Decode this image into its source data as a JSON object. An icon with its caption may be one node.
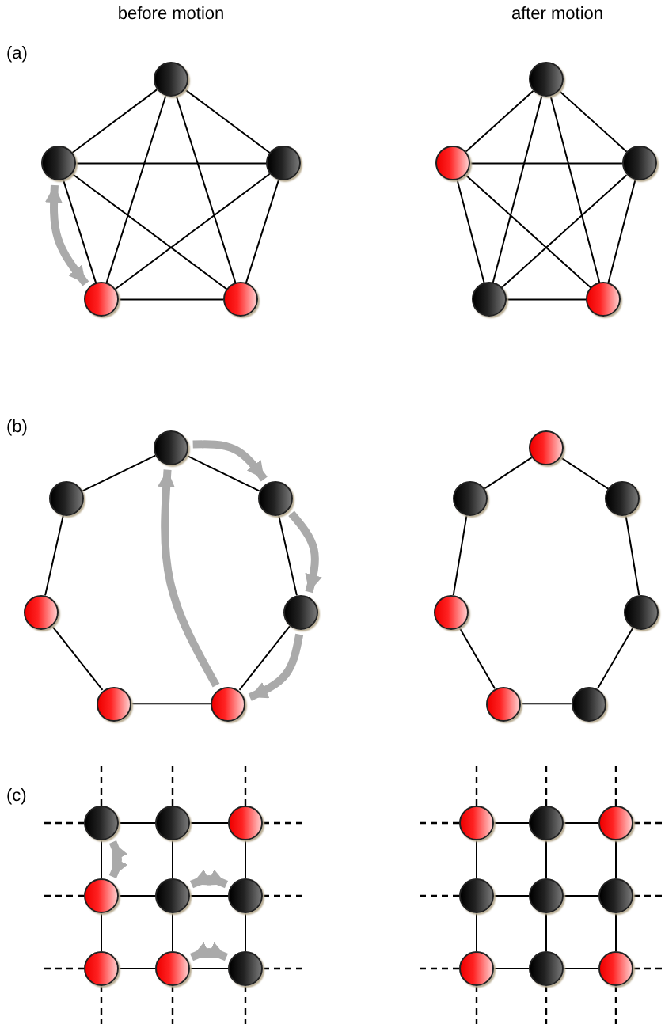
{
  "diagram": {
    "nodes": [
      {
        "text": [],
        "shape": "circle"
      },
      {
        "text": [],
        "shape": "circle"
      },
      {
        "text": [],
        "shape": "circle"
      },
      {
        "text": [],
        "shape": "circle"
      },
      {
        "text": [],
        "shape": "circle"
      },
      {
        "text": [],
        "shape": "circle"
      },
      {
        "text": [],
        "shape": "circle"
      },
      {
        "text": [],
        "shape": "circle"
      },
      {
        "text": [],
        "shape": "circle"
      },
      {
        "text": [],
        "shape": "circle"
      },
      {
        "text": [],
        "shape": "circle"
      },
      {
        "text": [],
        "shape": "circle"
      },
      {
        "text": [],
        "shape": "circle"
      },
      {
        "text": [],
        "shape": "circle"
      },
      {
        "text": [],
        "shape": "circle"
      },
      {
        "text": [],
        "shape": "circle"
      },
      {
        "text": [],
        "shape": "circle"
      },
      {
        "text": [],
        "shape": "circle"
      },
      {
        "text": [],
        "shape": "circle"
      },
      {
        "text": [],
        "shape": "circle"
      },
      {
        "text": [],
        "shape": "circle"
      },
      {
        "text": [],
        "shape": "circle"
      },
      {
        "text": [],
        "shape": "circle"
      },
      {
        "text": [],
        "shape": "circle"
      },
      {
        "text": [],
        "shape": "circle"
      },
      {
        "text": [],
        "shape": "circle"
      },
      {
        "text": [],
        "shape": "circle"
      },
      {
        "text": [],
        "shape": "circle"
      },
      {
        "text": [],
        "shape": "circle"
      },
      {
        "text": [],
        "shape": "circle"
      },
      {
        "text": [],
        "shape": "circle"
      },
      {
        "text": [],
        "shape": "circle"
      },
      {
        "text": [],
        "shape": "circle"
      },
      {
        "text": [],
        "shape": "circle"
      },
      {
        "text": [],
        "shape": "circle"
      },
      {
        "text": [],
        "shape": "circle"
      },
      {
        "text": [],
        "shape": "circle"
      },
      {
        "text": [],
        "shape": "circle"
      },
      {
        "text": [],
        "shape": "circle"
      },
      {
        "text": [],
        "shape": "circle"
      },
      {
        "text": [],
        "shape": "circle"
      },
      {
        "text": [],
        "shape": "circle"
      }
    ],
    "edges": [
      {
        "from": 0,
        "to": 1,
        "arrow": "none"
      },
      {
        "from": 0,
        "to": 2,
        "arrow": "none"
      },
      {
        "from": 0,
        "to": 3,
        "arrow": "none"
      },
      {
        "from": 0,
        "to": 4,
        "arrow": "none"
      },
      {
        "from": 1,
        "to": 2,
        "arrow": "none"
      },
      {
        "from": 1,
        "to": 3,
        "arrow": "none"
      },
      {
        "from": 1,
        "to": 4,
        "arrow": "none"
      },
      {
        "from": 2,
        "to": 3,
        "arrow": "none"
      },
      {
        "from": 2,
        "to": 4,
        "arrow": "none"
      },
      {
        "from": 3,
        "to": 4,
        "arrow": "none"
      },
      {
        "from": 5,
        "to": 6,
        "arrow": "none"
      },
      {
        "from": 5,
        "to": 7,
        "arrow": "none"
      },
      {
        "from": 5,
        "to": 8,
        "arrow": "none"
      },
      {
        "from": 5,
        "to": 9,
        "arrow": "none"
      },
      {
        "from": 6,
        "to": 7,
        "arrow": "none"
      },
      {
        "from": 6,
        "to": 8,
        "arrow": "none"
      },
      {
        "from": 6,
        "to": 9,
        "arrow": "none"
      },
      {
        "from": 7,
        "to": 8,
        "arrow": "none"
      },
      {
        "from": 7,
        "to": 9,
        "arrow": "none"
      },
      {
        "from": 8,
        "to": 9,
        "arrow": "none"
      },
      {
        "from": 1,
        "to": 3,
        "arrow": "both",
        "style": "thick",
        "color": "#aaaaaa"
      },
      {
        "from": 10,
        "to": 11,
        "arrow": "none"
      },
      {
        "from": 11,
        "to": 12,
        "arrow": "none"
      },
      {
        "from": 12,
        "to": 13,
        "arrow": "none"
      },
      {
        "from": 13,
        "to": 14,
        "arrow": "none"
      },
      {
        "from": 14,
        "to": 15,
        "arrow": "none"
      },
      {
        "from": 15,
        "to": 16,
        "arrow": "none"
      },
      {
        "from": 16,
        "to": 10,
        "arrow": "none"
      },
      {
        "from": 17,
        "to": 18,
        "arrow": "none"
      },
      {
        "from": 18,
        "to": 19,
        "arrow": "none"
      },
      {
        "from": 19,
        "to": 20,
        "arrow": "none"
      },
      {
        "from": 20,
        "to": 21,
        "arrow": "none"
      },
      {
        "from": 21,
        "to": 22,
        "arrow": "none"
      },
      {
        "from": 22,
        "to": 23,
        "arrow": "none"
      },
      {
        "from": 23,
        "to": 17,
        "arrow": "none"
      },
      {
        "from": 10,
        "to": 11,
        "arrow": "to",
        "style": "thick",
        "color": "#aaaaaa"
      },
      {
        "from": 11,
        "to": 12,
        "arrow": "to",
        "style": "thick",
        "color": "#aaaaaa"
      },
      {
        "from": 12,
        "to": 13,
        "arrow": "to",
        "style": "thick",
        "color": "#aaaaaa"
      },
      {
        "from": 13,
        "to": 10,
        "arrow": "to",
        "style": "thick",
        "color": "#aaaaaa"
      },
      {
        "from": 24,
        "to": 25,
        "arrow": "none"
      },
      {
        "from": 25,
        "to": 26,
        "arrow": "none"
      },
      {
        "from": 27,
        "to": 28,
        "arrow": "none"
      },
      {
        "from": 28,
        "to": 29,
        "arrow": "none"
      },
      {
        "from": 30,
        "to": 31,
        "arrow": "none"
      },
      {
        "from": 31,
        "to": 32,
        "arrow": "none"
      },
      {
        "from": 24,
        "to": 27,
        "arrow": "none"
      },
      {
        "from": 27,
        "to": 30,
        "arrow": "none"
      },
      {
        "from": 25,
        "to": 28,
        "arrow": "none"
      },
      {
        "from": 28,
        "to": 31,
        "arrow": "none"
      },
      {
        "from": 26,
        "to": 29,
        "arrow": "none"
      },
      {
        "from": 29,
        "to": 32,
        "arrow": "none"
      },
      {
        "from": 24,
        "to": null,
        "arrow": "none",
        "style": "dashed"
      },
      {
        "from": 25,
        "to": null,
        "arrow": "none",
        "style": "dashed"
      },
      {
        "from": 26,
        "to": null,
        "arrow": "none",
        "style": "dashed"
      },
      {
        "from": 30,
        "to": null,
        "arrow": "none",
        "style": "dashed"
      },
      {
        "from": 31,
        "to": null,
        "arrow": "none",
        "style": "dashed"
      },
      {
        "from": 32,
        "to": null,
        "arrow": "none",
        "style": "dashed"
      },
      {
        "from": 24,
        "to": null,
        "arrow": "none",
        "style": "dashed"
      },
      {
        "from": 27,
        "to": null,
        "arrow": "none",
        "style": "dashed"
      },
      {
        "from": 30,
        "to": null,
        "arrow": "none",
        "style": "dashed"
      },
      {
        "from": 26,
        "to": null,
        "arrow": "none",
        "style": "dashed"
      },
      {
        "from": 29,
        "to": null,
        "arrow": "none",
        "style": "dashed"
      },
      {
        "from": 32,
        "to": null,
        "arrow": "none",
        "style": "dashed"
      },
      {
        "from": 24,
        "to": 27,
        "arrow": "both",
        "style": "thick",
        "color": "#aaaaaa"
      },
      {
        "from": 28,
        "to": 29,
        "arrow": "both",
        "style": "thick",
        "color": "#aaaaaa"
      },
      {
        "from": 31,
        "to": 32,
        "arrow": "both",
        "style": "thick",
        "color": "#aaaaaa"
      },
      {
        "from": 33,
        "to": 34,
        "arrow": "none"
      },
      {
        "from": 34,
        "to": 35,
        "arrow": "none"
      },
      {
        "from": 36,
        "to": 37,
        "arrow": "none"
      },
      {
        "from": 37,
        "to": 38,
        "arrow": "none"
      },
      {
        "from": 39,
        "to": 40,
        "arrow": "none"
      },
      {
        "from": 40,
        "to": 41,
        "arrow": "none"
      },
      {
        "from": 33,
        "to": 36,
        "arrow": "none"
      },
      {
        "from": 36,
        "to": 39,
        "arrow": "none"
      },
      {
        "from": 34,
        "to": 37,
        "arrow": "none"
      },
      {
        "from": 37,
        "to": 40,
        "arrow": "none"
      },
      {
        "from": 35,
        "to": 38,
        "arrow": "none"
      },
      {
        "from": 38,
        "to": 41,
        "arrow": "none"
      },
      {
        "from": 33,
        "to": null,
        "arrow": "none",
        "style": "dashed"
      },
      {
        "from": 34,
        "to": null,
        "arrow": "none",
        "style": "dashed"
      },
      {
        "from": 35,
        "to": null,
        "arrow": "none",
        "style": "dashed"
      },
      {
        "from": 39,
        "to": null,
        "arrow": "none",
        "style": "dashed"
      },
      {
        "from": 40,
        "to": null,
        "arrow": "none",
        "style": "dashed"
      },
      {
        "from": 41,
        "to": null,
        "arrow": "none",
        "style": "dashed"
      },
      {
        "from": 33,
        "to": null,
        "arrow": "none",
        "style": "dashed"
      },
      {
        "from": 36,
        "to": null,
        "arrow": "none",
        "style": "dashed"
      },
      {
        "from": 39,
        "to": null,
        "arrow": "none",
        "style": "dashed"
      },
      {
        "from": 35,
        "to": null,
        "arrow": "none",
        "style": "dashed"
      },
      {
        "from": 38,
        "to": null,
        "arrow": "none",
        "style": "dashed"
      },
      {
        "from": 41,
        "to": null,
        "arrow": "none",
        "style": "dashed"
      }
    ],
    "labels": [
      "before motion",
      "after motion",
      "(a)",
      "(b)",
      "(c)"
    ]
  }
}
